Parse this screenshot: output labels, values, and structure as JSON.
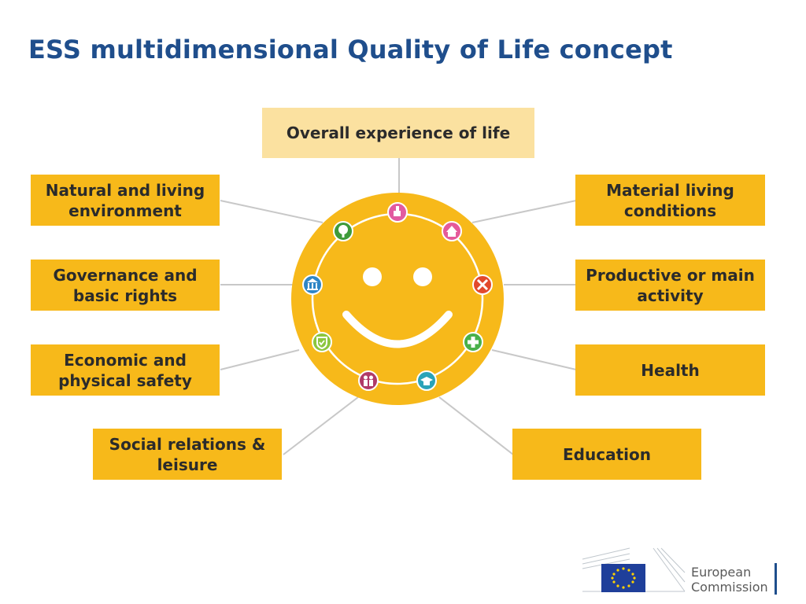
{
  "title": "ESS multidimensional Quality of Life concept",
  "center_box": "Overall experience of life",
  "dimensions": [
    {
      "id": "natural",
      "label": "Natural and living environment",
      "icon": "tree-icon",
      "color": "#3e9a3a"
    },
    {
      "id": "governance",
      "label": "Governance and basic rights",
      "icon": "building-icon",
      "color": "#2f86c6"
    },
    {
      "id": "safety",
      "label": "Economic and physical safety",
      "icon": "shield-icon",
      "color": "#8cc63e"
    },
    {
      "id": "social",
      "label": "Social relations & leisure",
      "icon": "people-icon",
      "color": "#b03a68"
    },
    {
      "id": "material",
      "label": "Material living conditions",
      "icon": "house-icon",
      "color": "#e55a9a"
    },
    {
      "id": "productive",
      "label": "Productive or main activity",
      "icon": "tools-icon",
      "color": "#e2492c"
    },
    {
      "id": "health",
      "label": "Health",
      "icon": "cross-icon",
      "color": "#49b04a"
    },
    {
      "id": "education",
      "label": "Education",
      "icon": "graduation-cap-icon",
      "color": "#2aa3b8"
    }
  ],
  "top_icon": {
    "icon": "thumbs-up-icon",
    "color": "#e25aa0"
  },
  "logo": {
    "line1": "European",
    "line2": "Commission",
    "flag_color": "#1f3f9a",
    "star_color": "#ffd200"
  }
}
